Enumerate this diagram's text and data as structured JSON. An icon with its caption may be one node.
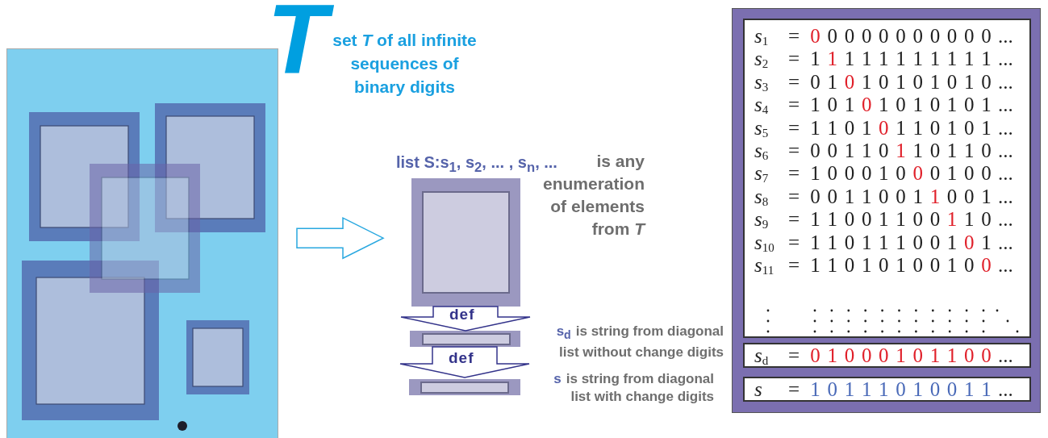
{
  "diagram": {
    "nodes": [
      {
        "text": [
          "T",
          "set *T* of all infinite sequences of binary digits"
        ]
      },
      {
        "text": [
          "list S:s$_{1}$, s$_{2}$, ... , s$_{n}$, ...",
          "is any enumeration of elements from *T*"
        ]
      },
      {
        "text": [
          "s$_{d}$",
          "is string from diagonal list without change digits"
        ]
      },
      {
        "text": [
          "s",
          "is string from diagonal list with change digits"
        ]
      },
      {
        "text": [],
        "shape": "box"
      },
      {
        "text": [
          "s$_{1}$ = 0 0 0 0 0 0 0 0 0 0 0 ...",
          "s$_{2}$ = 1 1 1 1 1 1 1 1 1 1 1 ...",
          "s$_{3}$ = 0 1 0 1 0 1 0 1 0 1 0 ...",
          "s$_{4}$ = 1 0 1 0 1 0 1 0 1 0 1 ...",
          "s$_{5}$ = 1 1 0 1 0 1 1 0 1 0 1 ...",
          "s$_{6}$ = 0 0 1 1 0 1 1 0 1 1 0 ...",
          "s$_{7}$ = 1 0 0 0 1 0 0 0 1 0 0 ...",
          "s$_{8}$ = 0 0 1 1 0 0 1 1 0 0 1 ...",
          "s$_{9}$ = 1 1 0 0 1 1 0 0 1 1 0 ...",
          "s$_{10}$ = 1 1 0 1 1 1 0 0 1 0 1 ...",
          "s$_{11}$ = 1 1 0 1 0 1 0 0 1 0 0 ..."
        ],
        "in": 4
      },
      {
        "text": [
          "s$_{d}$ = 0 1 0 0 0 1 0 1 1 0 0 ..."
        ],
        "in": 4
      },
      {
        "text": [
          "s = 1 0 1 1 1 0 1 0 0 1 1 ..."
        ],
        "in": 4
      }
    ],
    "edges": [
      {
        "from": 0,
        "to": 1,
        "arrow": "to",
        "color": "#29a8e0"
      },
      {
        "from": 1,
        "to": 2,
        "arrow": "to",
        "label": "def"
      },
      {
        "from": 2,
        "to": 3,
        "arrow": "to",
        "label": "def"
      }
    ]
  }
}
